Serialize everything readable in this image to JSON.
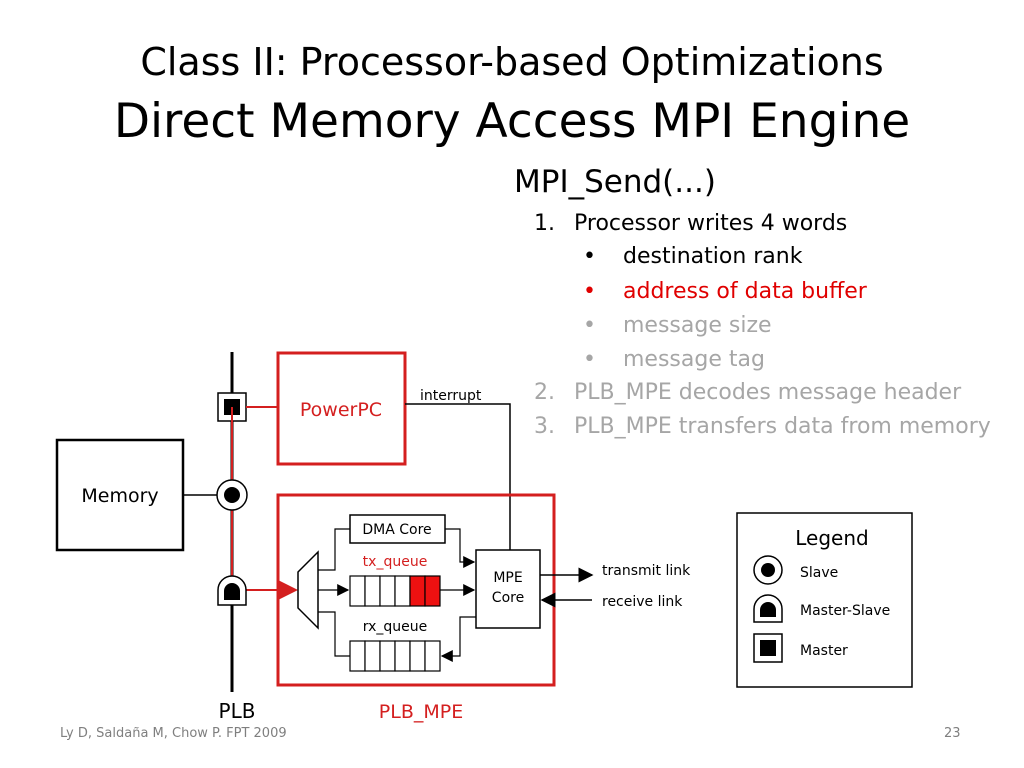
{
  "title": {
    "line1": "Class II: Processor-based Optimizations",
    "line2": "Direct Memory Access MPI Engine"
  },
  "send": {
    "function": "MPI_Send(...)",
    "steps": [
      {
        "num": "1.",
        "text": "Processor writes 4 words",
        "color": "#000000"
      },
      {
        "num": "2.",
        "text": "PLB_MPE decodes message header",
        "color": "#a6a6a6"
      },
      {
        "num": "3.",
        "text": "PLB_MPE transfers data from memory",
        "color": "#a6a6a6"
      }
    ],
    "words": [
      {
        "bullet": "•",
        "text": "destination rank",
        "color": "#000000"
      },
      {
        "bullet": "•",
        "text": "address of data buffer",
        "color": "#e00000"
      },
      {
        "bullet": "•",
        "text": "message size",
        "color": "#a6a6a6"
      },
      {
        "bullet": "•",
        "text": "message tag",
        "color": "#a6a6a6"
      }
    ]
  },
  "diagram": {
    "powerpc": "PowerPC",
    "interrupt": "interrupt",
    "memory": "Memory",
    "dma_core": "DMA Core",
    "tx_queue": "tx_queue",
    "rx_queue": "rx_queue",
    "mpe_core": [
      "MPE",
      "Core"
    ],
    "transmit_link": "transmit link",
    "receive_link": "receive link",
    "plb": "PLB",
    "plb_mpe": "PLB_MPE",
    "legend": {
      "title": "Legend",
      "slave": "Slave",
      "master_slave": "Master-Slave",
      "master": "Master"
    }
  },
  "colors": {
    "highlight": "#d41f1f",
    "dimmed": "#a6a6a6",
    "queue_fill": "#ee1111"
  },
  "footer": {
    "citation": "Ly D, Saldaña M, Chow P. FPT 2009",
    "page": "23"
  }
}
